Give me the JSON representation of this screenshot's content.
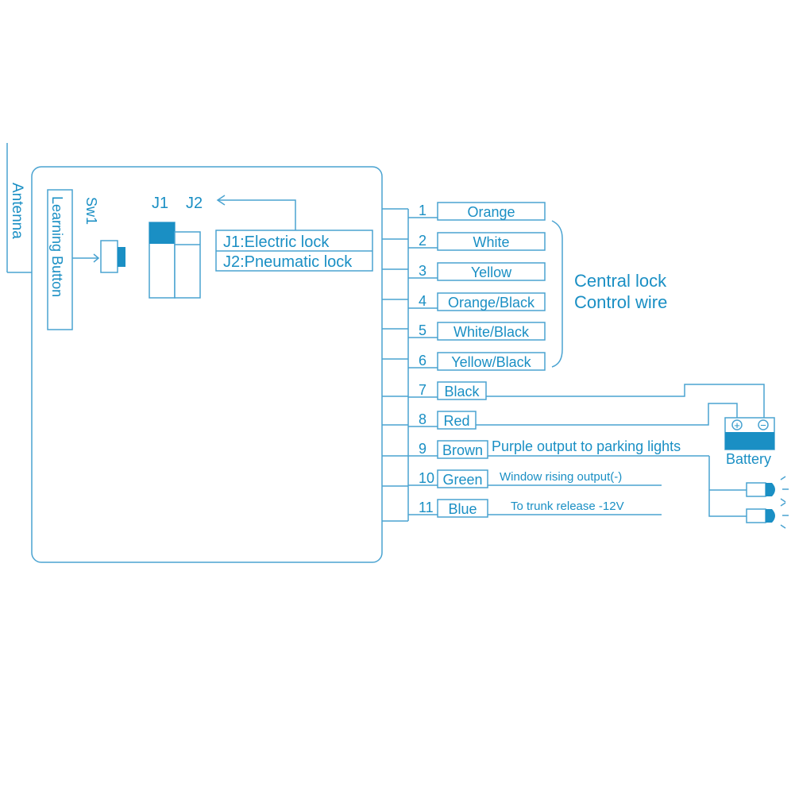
{
  "antenna_label": "Antenna",
  "learning_button_label": "Learning Button",
  "sw1_label": "Sw1",
  "jumpers": {
    "j1": "J1",
    "j2": "J2"
  },
  "jumper_notes": {
    "j1": "J1:Electric lock",
    "j2": "J2:Pneumatic lock"
  },
  "central_lock_label": [
    "Central lock",
    "Control wire"
  ],
  "wires": [
    {
      "num": "1",
      "color": "Orange"
    },
    {
      "num": "2",
      "color": "White"
    },
    {
      "num": "3",
      "color": "Yellow"
    },
    {
      "num": "4",
      "color": "Orange/Black"
    },
    {
      "num": "5",
      "color": "White/Black"
    },
    {
      "num": "6",
      "color": "Yellow/Black"
    },
    {
      "num": "7",
      "color": "Black"
    },
    {
      "num": "8",
      "color": "Red"
    },
    {
      "num": "9",
      "color": "Brown",
      "desc": "Purple output to parking lights"
    },
    {
      "num": "10",
      "color": "Green",
      "desc": "Window rising output(-)"
    },
    {
      "num": "11",
      "color": "Blue",
      "desc": "To trunk release -12V"
    }
  ],
  "battery": {
    "label": "Battery",
    "plus": "+",
    "minus": "−"
  },
  "colors": {
    "line": "#4aa3d1",
    "text": "#1a8fc4",
    "fill": "#1a8fc4"
  }
}
